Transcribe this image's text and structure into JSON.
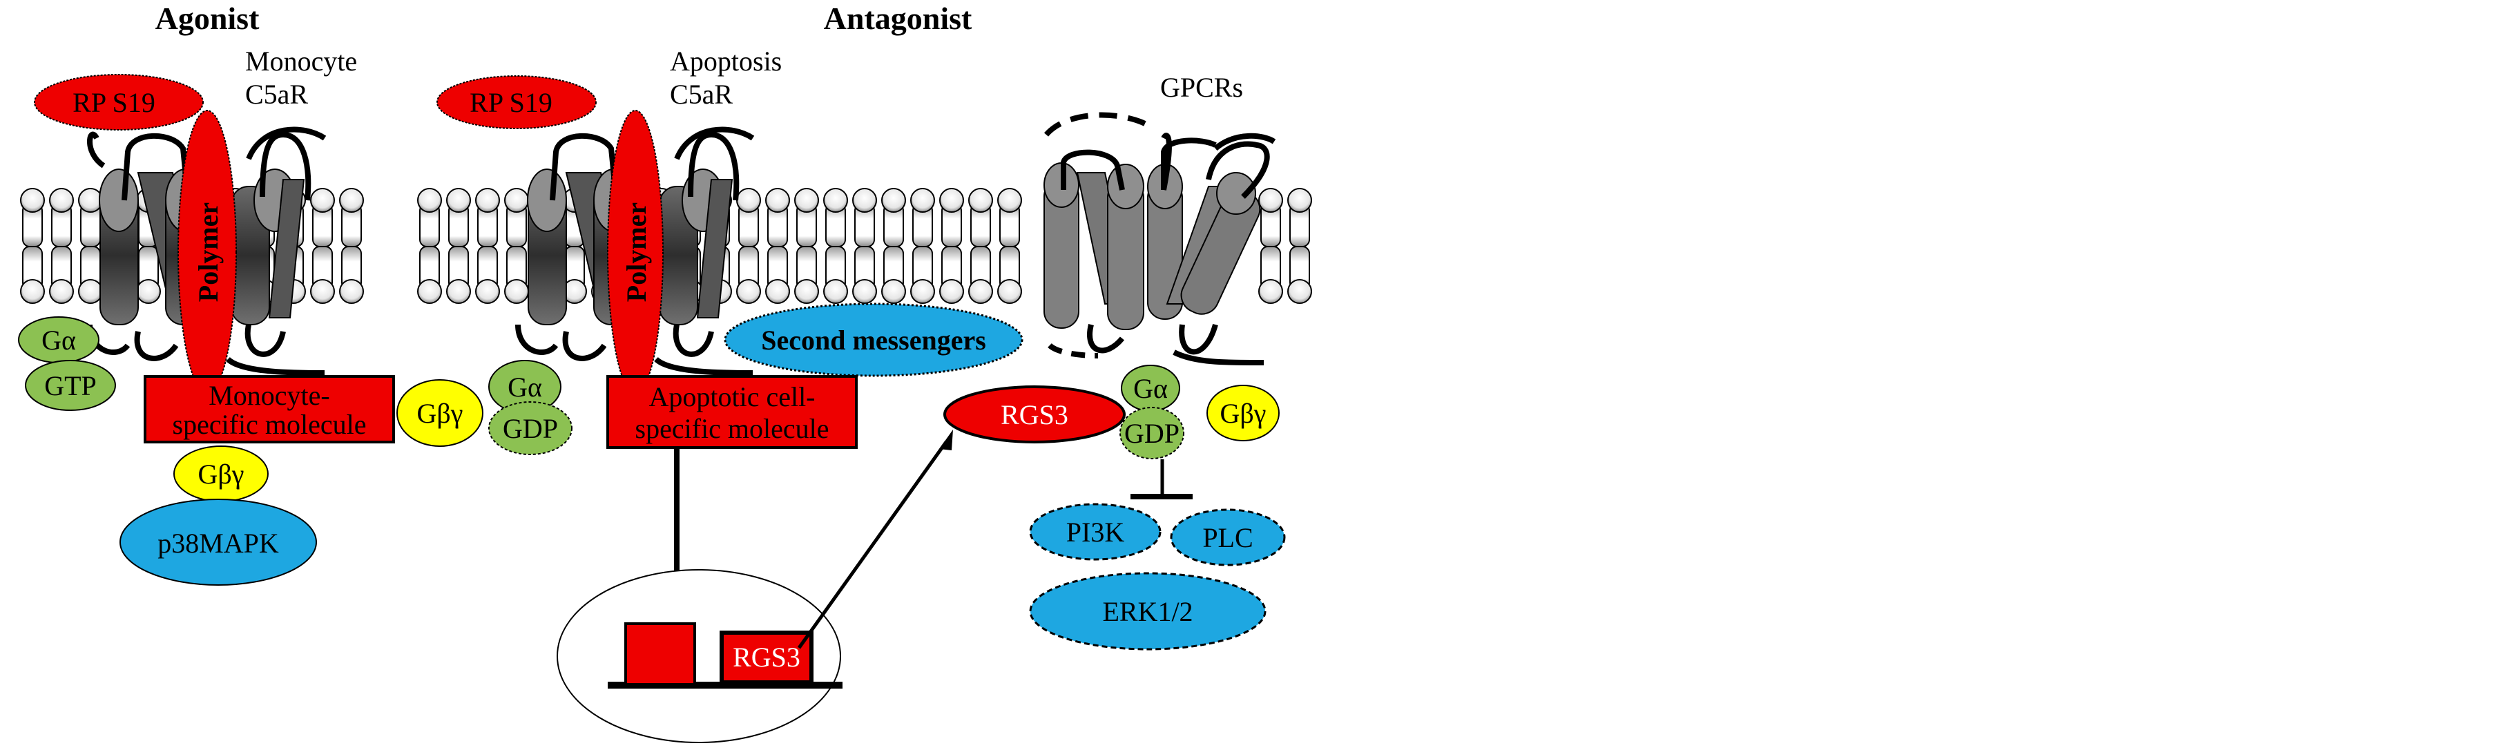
{
  "diagram": {
    "titles": {
      "agonist": "Agonist",
      "antagonist": "Antagonist"
    },
    "colors": {
      "red": "#ee0000",
      "green": "#8cc152",
      "yellow": "#ffff00",
      "blue": "#1ea7e1",
      "helix": "#808080",
      "helix_dark": "#3a3a3a",
      "outline": "#000000"
    },
    "agonist_panel": {
      "receptor_label_line1": "Monocyte",
      "receptor_label_line2": "C5aR",
      "ligand": "RP S19",
      "polymer": "Polymer",
      "g_alpha": "Gα",
      "gtp": "GTP",
      "specific_molecule_line1": "Monocyte-",
      "specific_molecule_line2": "specific molecule",
      "g_beta_gamma": "Gβγ",
      "effector": "p38MAPK"
    },
    "antagonist_panel": {
      "receptor_label_line1": "Apoptosis",
      "receptor_label_line2": "C5aR",
      "ligand": "RP S19",
      "polymer": "Polymer",
      "g_beta_gamma": "Gβγ",
      "g_alpha": "Gα",
      "gdp": "GDP",
      "specific_molecule_line1": "Apoptotic cell-",
      "specific_molecule_line2": "specific molecule",
      "second_messengers": "Second messengers",
      "nucleus_gene": "RGS3",
      "rgs3_protein": "RGS3"
    },
    "gpcr_panel": {
      "label": "GPCRs",
      "g_alpha": "Gα",
      "gdp": "GDP",
      "g_beta_gamma": "Gβγ",
      "effectors": [
        "PI3K",
        "PLC",
        "ERK1/2"
      ]
    }
  }
}
